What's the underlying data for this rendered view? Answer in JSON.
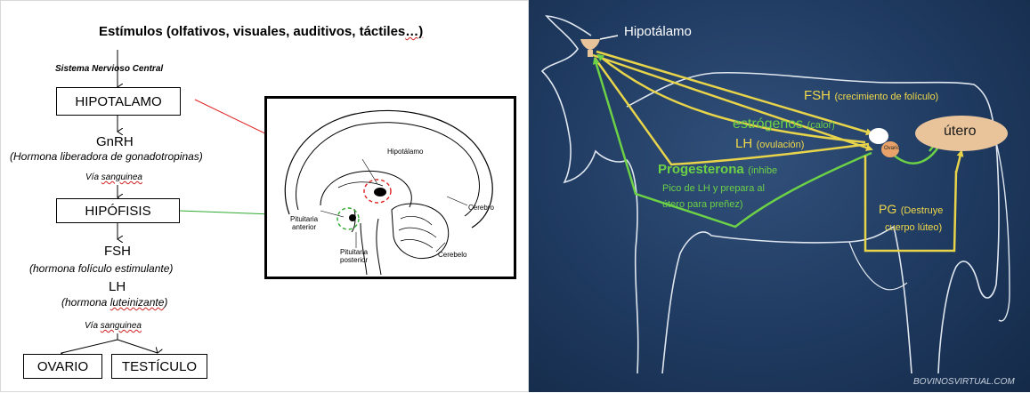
{
  "left": {
    "title_main": "Estímulos (olfativos, visuales, auditivos, táctiles",
    "title_tail": "…)",
    "snc_label": "Sistema Nervioso Central",
    "hipotalamo_box": "HIPOTALAMO",
    "gnrh": "GnRH",
    "gnrh_desc": "(Hormona liberadora de gonadotropinas)",
    "via_sanguinea_1a": "Vía ",
    "via_sanguinea_1b": "sanguinea",
    "hipofisis_box": "HIPÓFISIS",
    "fsh": "FSH",
    "fsh_desc": "(hormona folículo estimulante)",
    "lh": "LH",
    "lh_desc_a": "(hormona ",
    "lh_desc_b": "luteinizante",
    "lh_desc_c": ")",
    "via_sanguinea_2a": "Vía ",
    "via_sanguinea_2b": "sanguinea",
    "ovario_box": "OVARIO",
    "testiculo_box": "TESTÍCULO"
  },
  "brain": {
    "hipotalamo": "Hipotálamo",
    "cerebro": "Cerebro",
    "cerebelo": "Cerebelo",
    "pituitaria_anterior_1": "Pituitaria",
    "pituitaria_anterior_2": "anterior",
    "pituitaria_posterior_1": "Pituitaria",
    "pituitaria_posterior_2": "posterior"
  },
  "cow": {
    "hipotalamo": "Hipotálamo",
    "fsh_label": "FSH",
    "fsh_desc": "(crecimiento de folículo)",
    "estrogenos": "estrógenos",
    "estrogenos_desc": "(calor)",
    "lh_label": "LH",
    "lh_desc": "(ovulación)",
    "progesterona": "Progesterona",
    "progesterona_desc": "(inhibe",
    "progesterona_line2": "Pico de LH y prepara al",
    "progesterona_line3": "útero para preñez)",
    "utero": "útero",
    "ovario": "Ovario",
    "pg_label": "PG",
    "pg_desc_1": "(Destruye",
    "pg_desc_2": "cuerpo lúteo)",
    "watermark": "BOVINOSVIRTUAL.COM"
  },
  "colors": {
    "yellow_arrow": "#e8d44a",
    "green_arrow": "#6cd146",
    "red_line": "#e02020",
    "green_line": "#2faa2f",
    "background": "#1f3a60"
  }
}
